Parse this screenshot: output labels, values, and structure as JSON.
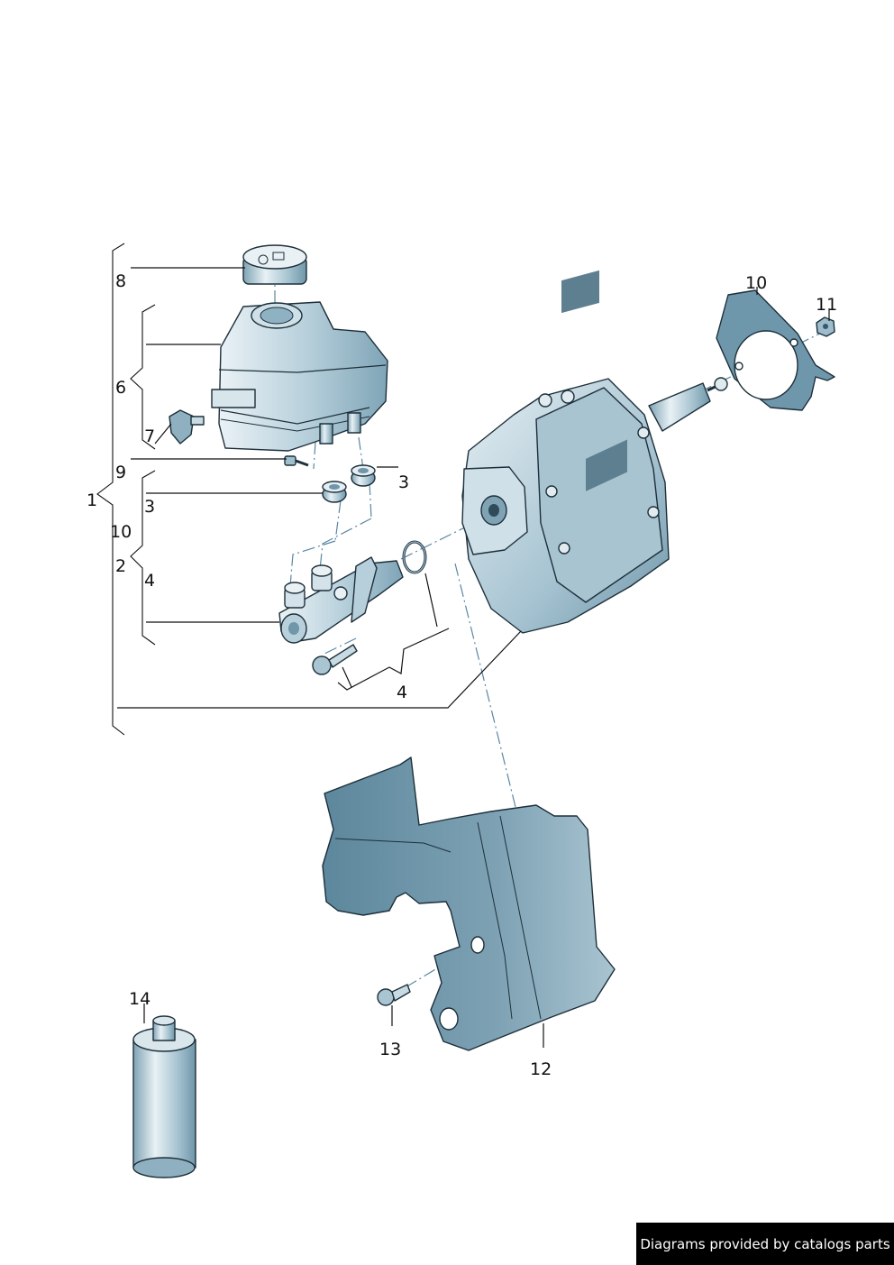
{
  "callouts": {
    "c1": "1",
    "c2": "2",
    "c3a": "3",
    "c3b": "3",
    "c4a": "4",
    "c4b": "4",
    "c6": "6",
    "c7": "7",
    "c8": "8",
    "c9": "9",
    "c10a": "10",
    "c10b": "10",
    "c11": "11",
    "c12": "12",
    "c13": "13",
    "c14": "14"
  },
  "footer": {
    "text": "Diagrams provided by catalogs parts"
  },
  "colors": {
    "part_light": "#d4e3ea",
    "part_mid": "#9cbccb",
    "part_dark": "#5f8aa0",
    "bracket_fill": "#6f97ab",
    "leader": "#111111",
    "dash": "#5a87a3"
  }
}
